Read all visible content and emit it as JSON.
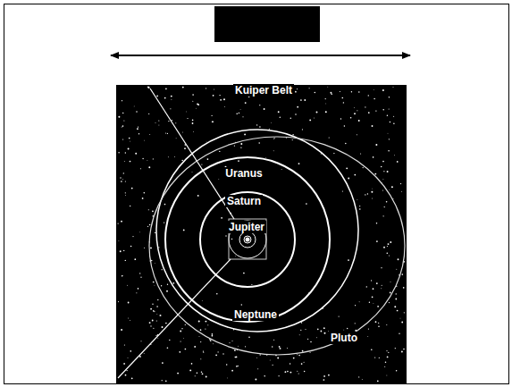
{
  "diagram": {
    "labels": [
      "Kuiper Belt",
      "Uranus",
      "Saturn",
      "Jupiter",
      "Neptune",
      "Pluto"
    ]
  }
}
